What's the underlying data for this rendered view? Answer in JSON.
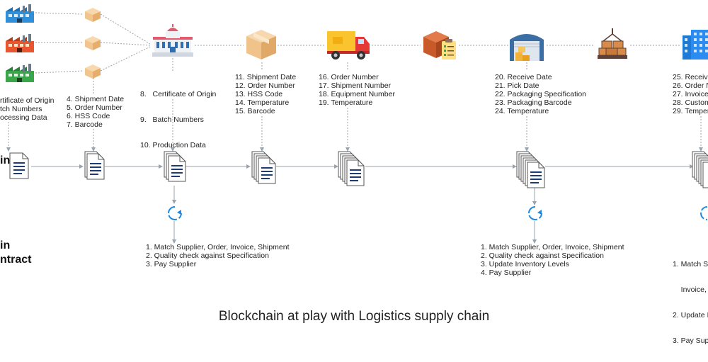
{
  "title": "Blockchain at play with Logistics supply chain",
  "side_labels": {
    "chain": "in",
    "contract_line1": "in",
    "contract_line2": "ntract"
  },
  "icons": {
    "factories": [
      "factory-icon",
      "factory-icon",
      "factory-icon"
    ],
    "small_boxes": [
      "box-icon",
      "box-icon",
      "box-icon"
    ],
    "customs_house": "government-building-icon",
    "shipment_box": "cardboard-box-icon",
    "truck": "delivery-truck-icon",
    "box_checklist": "box-checklist-icon",
    "warehouse": "warehouse-icon",
    "crane_load": "crane-pallet-icon",
    "office": "office-building-icon",
    "sync": "sync-icon"
  },
  "data_fields": {
    "origin": [
      "rtificate of Origin",
      "tch Numbers",
      "ocessing Data"
    ],
    "stage_box": [
      "4. Shipment Date",
      "5. Order Number",
      "6. HSS Code",
      "7. Barcode"
    ],
    "stage_customs": [
      "8.   Certificate of Origin",
      "9.   Batch Numbers",
      "10. Production Data"
    ],
    "stage_shipment": [
      "11. Shipment Date",
      "12. Order Number",
      "13. HSS Code",
      "14. Temperature",
      "15. Barcode"
    ],
    "stage_truck": [
      "16. Order Number",
      "17. Shipment Number",
      "18. Equipment Number",
      "19. Temperature"
    ],
    "stage_warehouse": [
      "20. Receive Date",
      "21. Pick Date",
      "22. Packaging Specification",
      "23. Packaging Barcode",
      "24. Temperature"
    ],
    "stage_office": [
      "25. Receive",
      "26. Order N",
      "27. Invoice",
      "28. Custom",
      "29. Temper"
    ]
  },
  "contract_steps": {
    "customs": [
      "1. Match Supplier, Order, Invoice, Shipment",
      "2. Quality check against Specification",
      "3. Pay Supplier"
    ],
    "warehouse": [
      "1. Match Supplier, Order, Invoice, Shipment",
      "2. Quality check against Specification",
      "3. Update Inventory Levels",
      "4. Pay Supplier"
    ],
    "office": [
      "1. Match Su",
      "    Invoice, S",
      "2. Update I",
      "3. Pay Supp"
    ]
  },
  "colors": {
    "connector": "#9aa3ab",
    "sync_blue": "#1e88e5",
    "box_tan": "#f3c58e",
    "truck_yellow": "#f9c42e",
    "truck_red": "#e53935",
    "warehouse_blue": "#3b6ea5",
    "office_blue": "#1f7ad6"
  }
}
